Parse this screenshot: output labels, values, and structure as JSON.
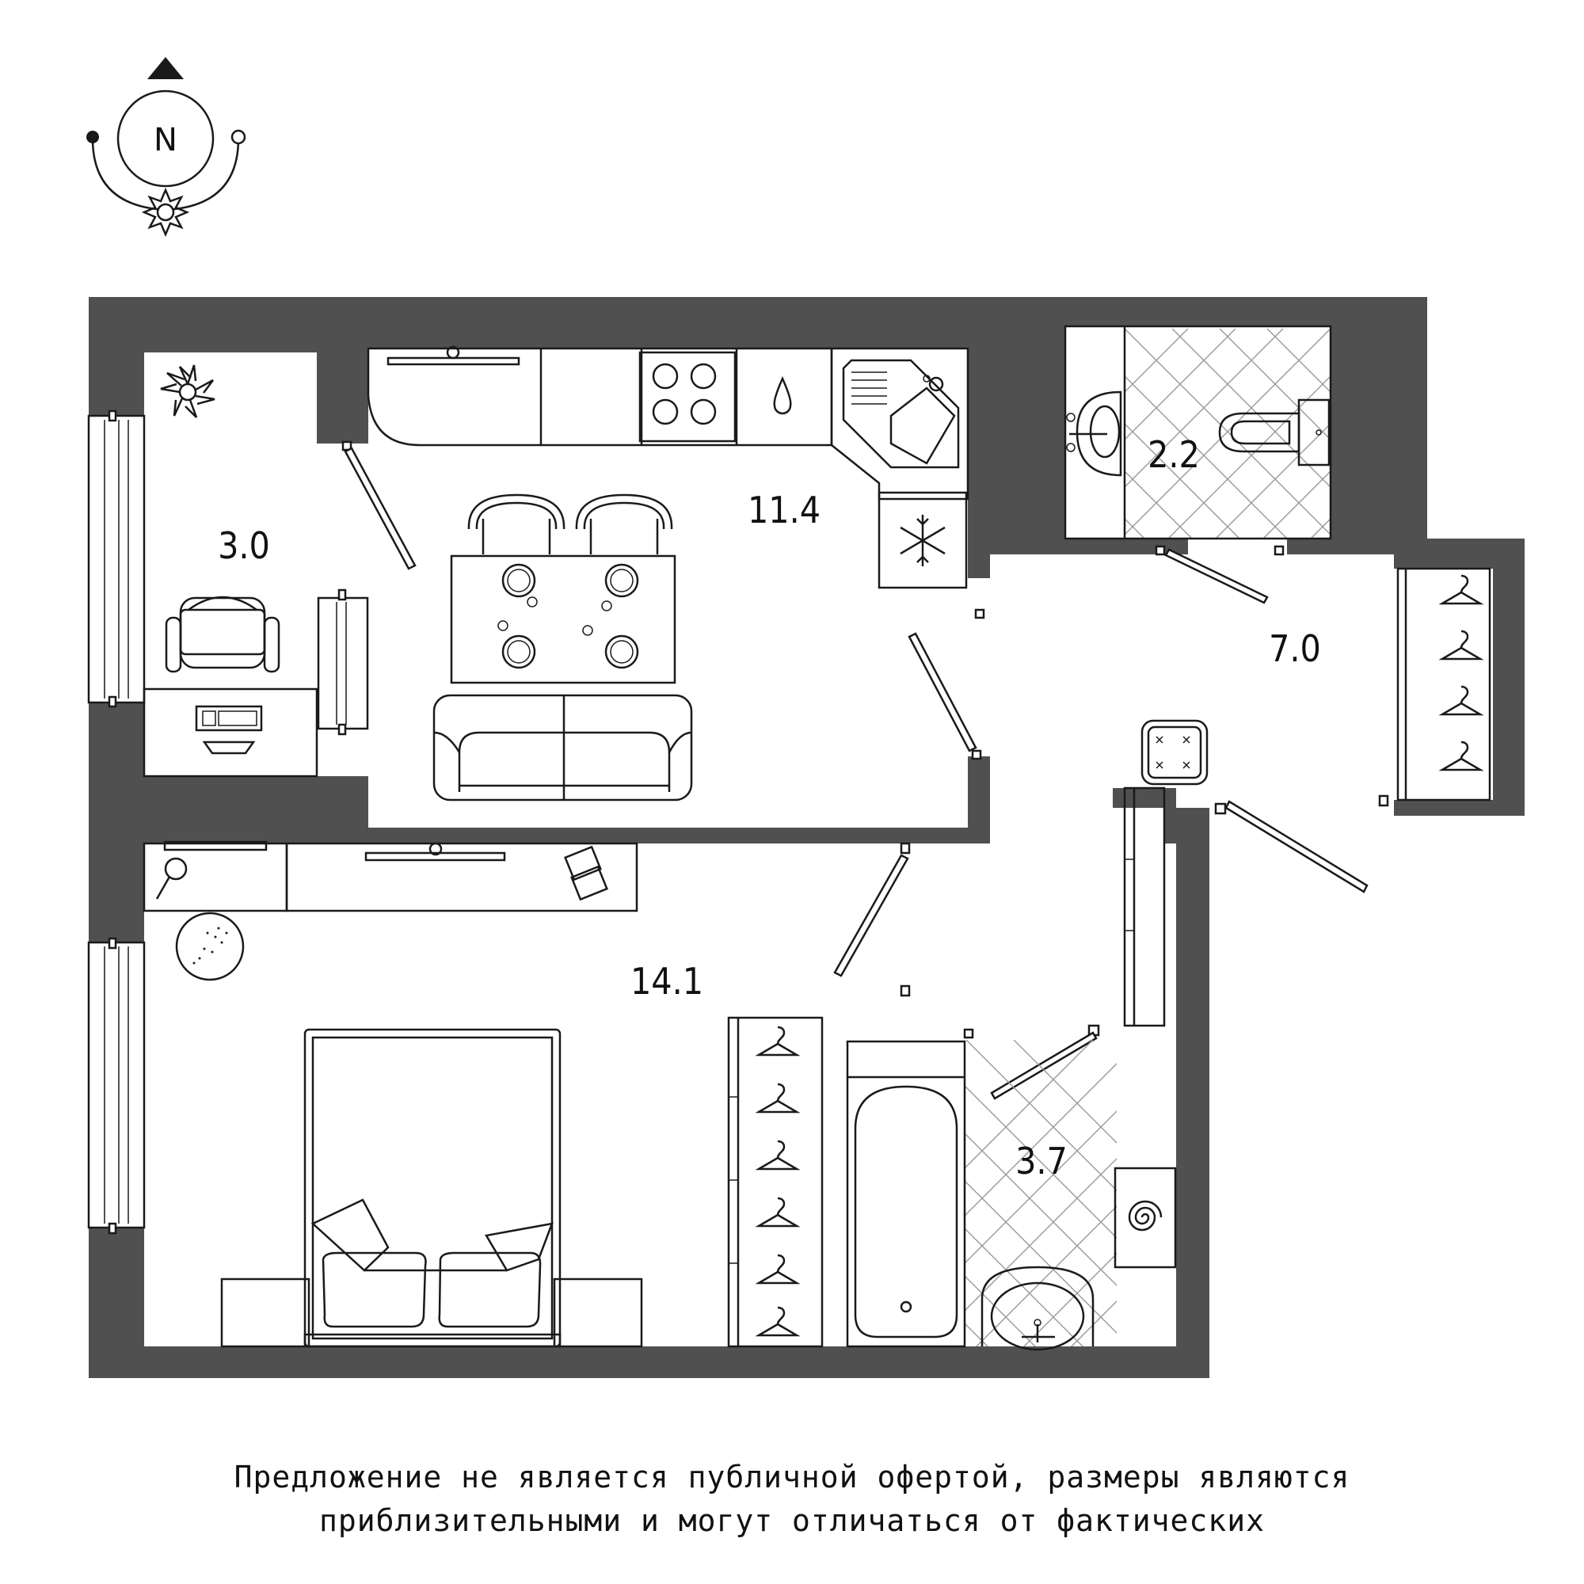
{
  "compass": {
    "north_label": "N"
  },
  "rooms": [
    {
      "id": "balcony-room",
      "area": "3.0"
    },
    {
      "id": "kitchen-living",
      "area": "11.4"
    },
    {
      "id": "toilet",
      "area": "2.2"
    },
    {
      "id": "hallway",
      "area": "7.0"
    },
    {
      "id": "bedroom",
      "area": "14.1"
    },
    {
      "id": "bathroom",
      "area": "3.7"
    }
  ],
  "disclaimer": {
    "line1": "Предложение не является публичной офертой, размеры являются",
    "line2": "приблизительными и могут отличаться от фактических"
  },
  "colors": {
    "wall": "#505050",
    "line": "#1a1a1a",
    "tile": "#9a9a9a",
    "background": "#ffffff"
  }
}
